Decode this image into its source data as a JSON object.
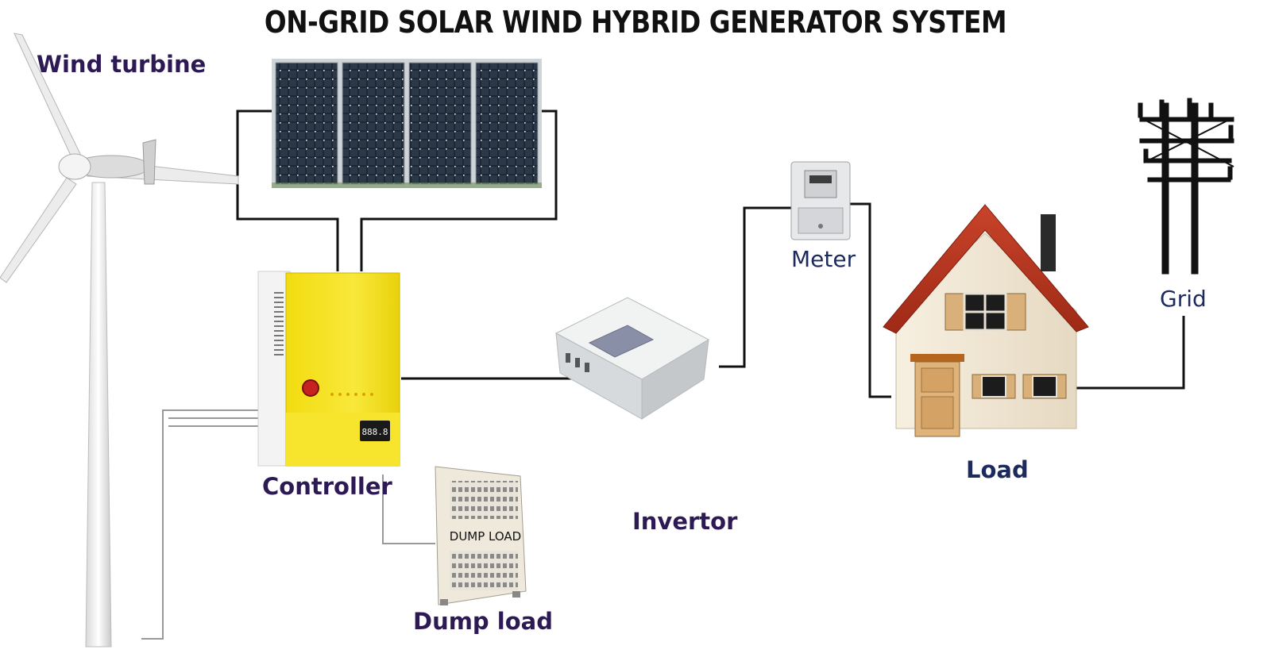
{
  "title": "ON-GRID SOLAR WIND HYBRID GENERATOR SYSTEM",
  "labels": {
    "wind_turbine": "Wind turbine",
    "controller": "Controller",
    "dump_load": "Dump load",
    "invertor": "Invertor",
    "meter": "Meter",
    "load": "Load",
    "grid": "Grid"
  },
  "device_text": {
    "dump_load_panel": "DUMP LOAD",
    "controller_display": "888.8"
  },
  "colors": {
    "title": "#111111",
    "label_purple": "#2d1a55",
    "label_navy": "#1d2a5e",
    "controller_yellow": "#f5e21a",
    "roof_red": "#b8341f",
    "wire": "#111111"
  },
  "icons": [
    "wind-turbine-icon",
    "solar-panel-icon",
    "controller-icon",
    "dump-load-icon",
    "inverter-icon",
    "meter-icon",
    "house-icon",
    "power-pole-icon"
  ]
}
